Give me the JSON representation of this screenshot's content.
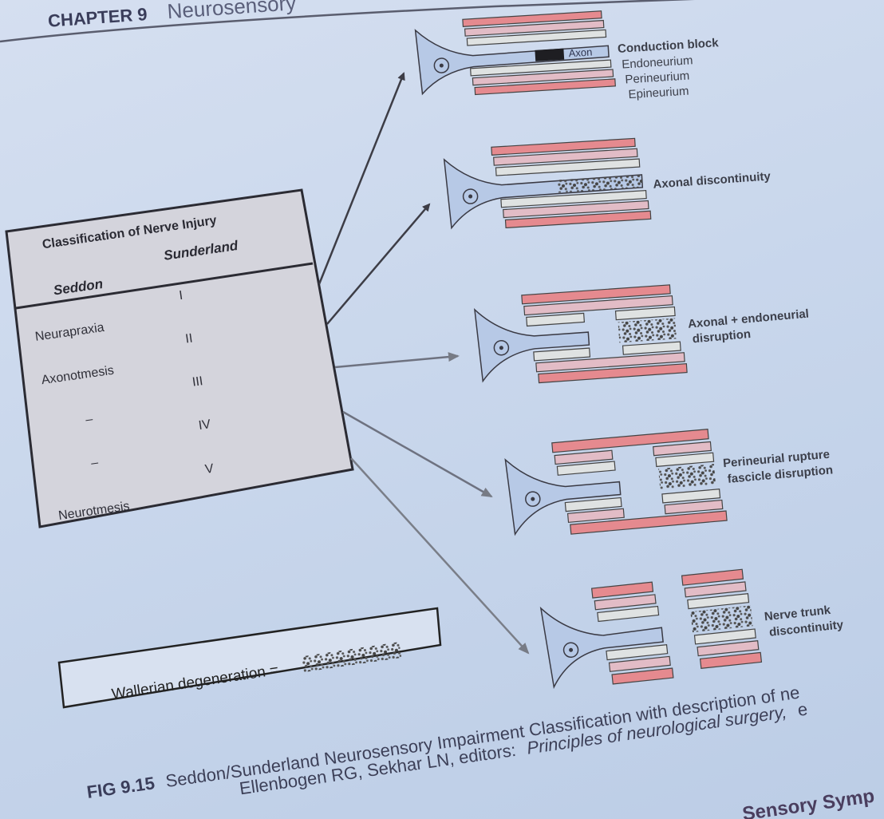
{
  "page_header": {
    "chapter": "CHAPTER 9",
    "title_fragment": "Neurosensory"
  },
  "classification_table": {
    "title": "Classification of Nerve Injury",
    "columns": [
      "Seddon",
      "Sunderland"
    ],
    "rows": [
      {
        "seddon": "Neurapraxia",
        "sunderland": "I"
      },
      {
        "seddon": "Axonotmesis",
        "sunderland": "II"
      },
      {
        "seddon": "–",
        "sunderland": "III"
      },
      {
        "seddon": "–",
        "sunderland": "IV"
      },
      {
        "seddon": "Neurotmesis",
        "sunderland": "V"
      }
    ]
  },
  "injury_panels": [
    {
      "label_lines": [
        "Conduction block"
      ],
      "axon_label": "Axon",
      "layer_labels": [
        "Endoneurium",
        "Perineurium",
        "Epineurium"
      ]
    },
    {
      "label_lines": [
        "Axonal discontinuity"
      ]
    },
    {
      "label_lines": [
        "Axonal + endoneurial",
        "disruption"
      ]
    },
    {
      "label_lines": [
        "Perineurial rupture",
        "fascicle disruption"
      ]
    },
    {
      "label_lines": [
        "Nerve trunk",
        "discontinuity"
      ]
    }
  ],
  "legend": {
    "text": "Wallerian degeneration ="
  },
  "caption": {
    "fig_number": "FIG 9.15",
    "line1": "Seddon/Sunderland Neurosensory Impairment Classification with description of ne",
    "line2_plain": "Ellenbogen RG, Sekhar LN, editors:",
    "line2_italic": "Principles of neurological surgery,",
    "line2_tail": "e"
  },
  "section_heading": "Sensory Symp",
  "colors": {
    "epineurium": "#e58a8f",
    "perineurium": "#e2bcc6",
    "endoneurium": "#dfe2e2",
    "axon": "#b7c9e6",
    "outline": "#3a3a44",
    "table_fill": "#d3d3da",
    "block": "#1e1e22"
  }
}
